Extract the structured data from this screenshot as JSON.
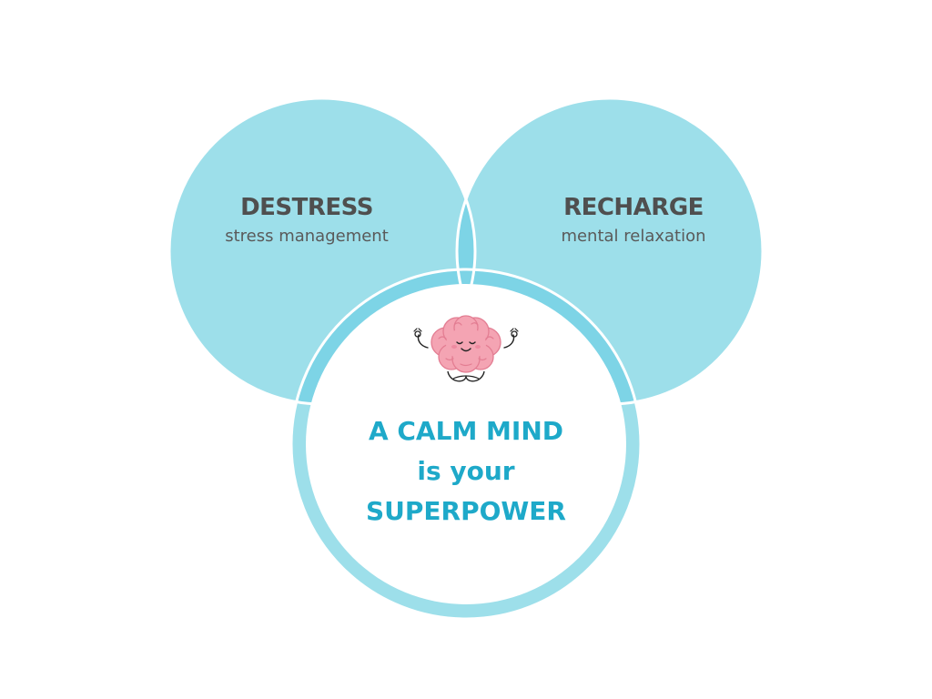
{
  "colors": {
    "circle_fill": "#9ddfea",
    "overlap_fill": "#7dd4e6",
    "center_fill": "#ffffff",
    "accent_text": "#1ea9c9",
    "title_text": "#4f4f4f",
    "brain_pink": "#f4a4b3"
  },
  "left_circle": {
    "title": "DESTRESS",
    "subtitle": "stress management"
  },
  "right_circle": {
    "title": "RECHARGE",
    "subtitle": "mental relaxation"
  },
  "center": {
    "icon": "meditating-brain-icon",
    "line1": "A CALM MIND",
    "line2": "is your",
    "line3": "SUPERPOWER"
  }
}
